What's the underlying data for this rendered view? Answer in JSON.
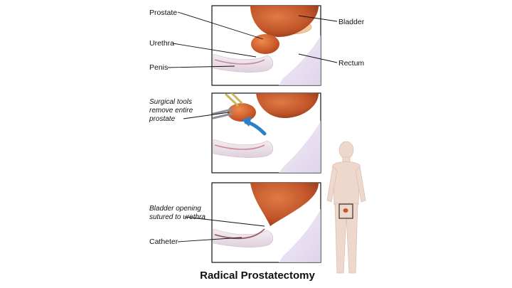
{
  "title": "Radical Prostatectomy",
  "panel1": {
    "labels": {
      "prostate": "Prostate",
      "urethra": "Urethra",
      "penis": "Penis",
      "bladder": "Bladder",
      "rectum": "Rectum"
    }
  },
  "panel2": {
    "labels": {
      "surgical_line1": "Surgical tools",
      "surgical_line2": "remove entire",
      "surgical_line3": "prostate"
    }
  },
  "panel3": {
    "labels": {
      "bladder_line1": "Bladder opening",
      "bladder_line2": "sutured to urethra",
      "catheter": "Catheter"
    }
  },
  "colors": {
    "bladder": "#c2562a",
    "prostate": "#d4602e",
    "penis": "#ece3ea",
    "rectum": "#e6dcf0",
    "arrow": "#2f7fc6",
    "figure": "#eed8cb"
  }
}
